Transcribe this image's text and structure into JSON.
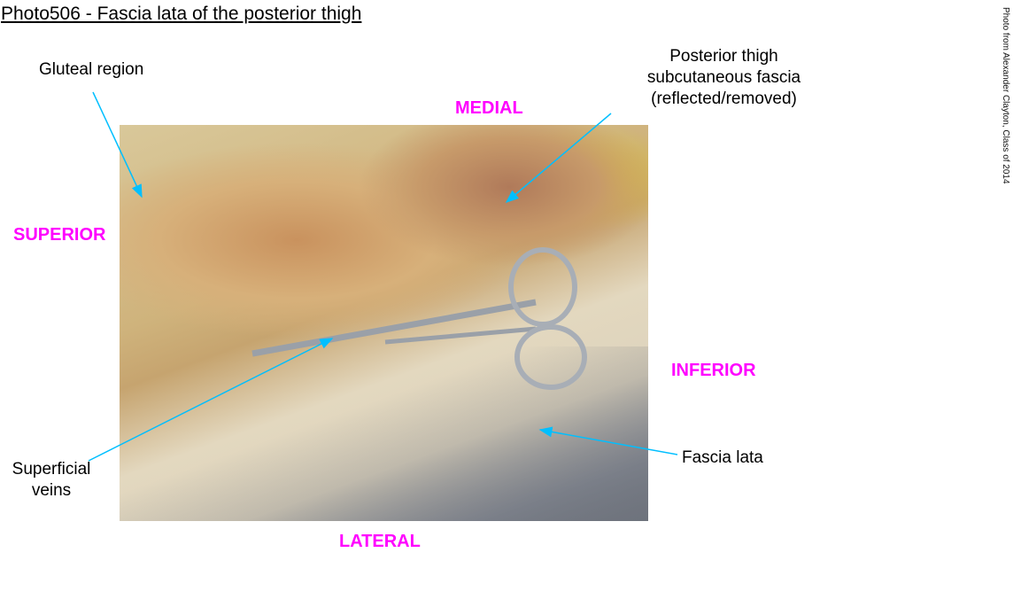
{
  "title": "Photo506 - Fascia lata of the posterior thigh",
  "credit": "Photo from Alexander Clayton, Class of 2014",
  "labels": {
    "gluteal": "Gluteal region",
    "posterior_line1": "Posterior thigh",
    "posterior_line2": "subcutaneous fascia",
    "posterior_line3": "(reflected/removed)",
    "veins_line1": "Superficial",
    "veins_line2": "veins",
    "fascia_lata": "Fascia lata"
  },
  "directions": {
    "medial": "MEDIAL",
    "superior": "SUPERIOR",
    "inferior": "INFERIOR",
    "lateral": "LATERAL"
  },
  "colors": {
    "direction": "#ff00ff",
    "leader": "#00bfff"
  }
}
